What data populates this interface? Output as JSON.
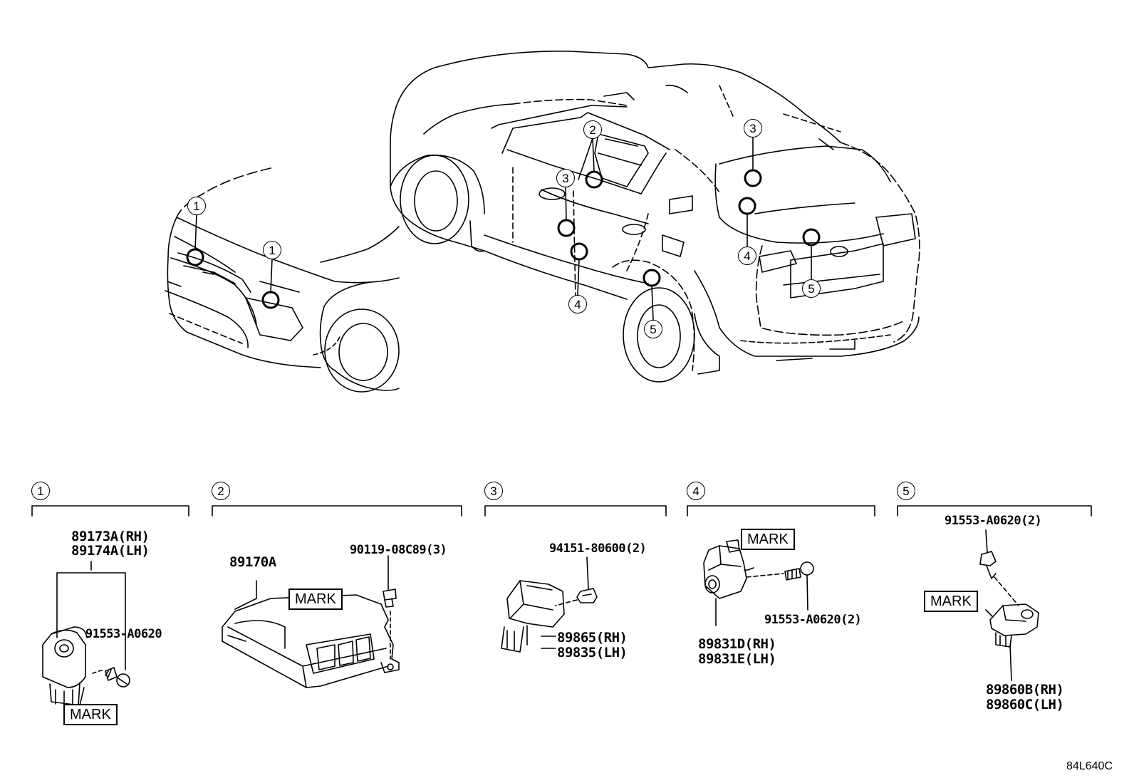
{
  "callouts": {
    "c1": "1",
    "c2": "2",
    "c3": "3",
    "c4": "4",
    "c5": "5"
  },
  "groups": {
    "g1": {
      "number": "1",
      "part_rh": "89173A(RH)",
      "part_lh": "89174A(LH)",
      "bolt": "91553-A0620",
      "mark": "MARK"
    },
    "g2": {
      "number": "2",
      "part": "89170A",
      "bolt": "90119-08C89(3)",
      "mark": "MARK"
    },
    "g3": {
      "number": "3",
      "nut": "94151-80600(2)",
      "part_rh": "89865(RH)",
      "part_lh": "89835(LH)"
    },
    "g4": {
      "number": "4",
      "mark": "MARK",
      "bolt": "91553-A0620(2)",
      "part_rh": "89831D(RH)",
      "part_lh": "89831E(LH)"
    },
    "g5": {
      "number": "5",
      "bolt": "91553-A0620(2)",
      "mark": "MARK",
      "part_rh": "89860B(RH)",
      "part_lh": "89860C(LH)"
    }
  },
  "drawing_code": "84L640C"
}
